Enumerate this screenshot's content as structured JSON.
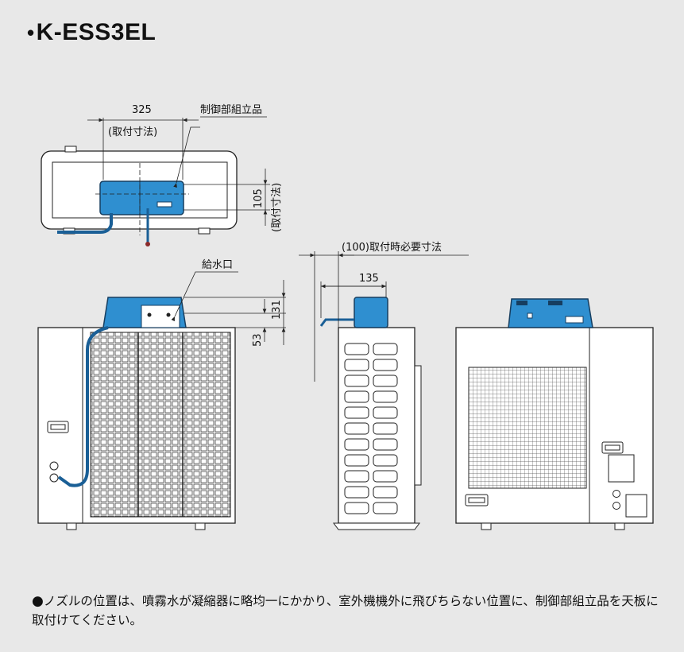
{
  "title": {
    "bullet": "•",
    "model": "K-ESS3EL"
  },
  "colors": {
    "unit_blue": "#2f8fd0",
    "unit_blue_dark": "#1a5f96",
    "line": "#222222",
    "background": "#e8e8e8",
    "body_fill": "#ffffff"
  },
  "top_view": {
    "dim_width": "325",
    "dim_width_sub": "(取付寸法)",
    "label_control": "制御部組立品",
    "dim_depth": "105",
    "dim_depth_sub": "(取付寸法)"
  },
  "front_view": {
    "label_inlet": "給水口",
    "dim_height_unit": "131",
    "dim_offset": "53"
  },
  "side_view": {
    "dim_clearance": "(100)取付時必要寸法",
    "dim_width": "135"
  },
  "note": {
    "bullet": "●",
    "text": "ノズルの位置は、噴霧水が凝縮器に略均一にかかり、室外機機外に飛びちらない位置に、制御部組立品を天板に取付けてください。"
  }
}
